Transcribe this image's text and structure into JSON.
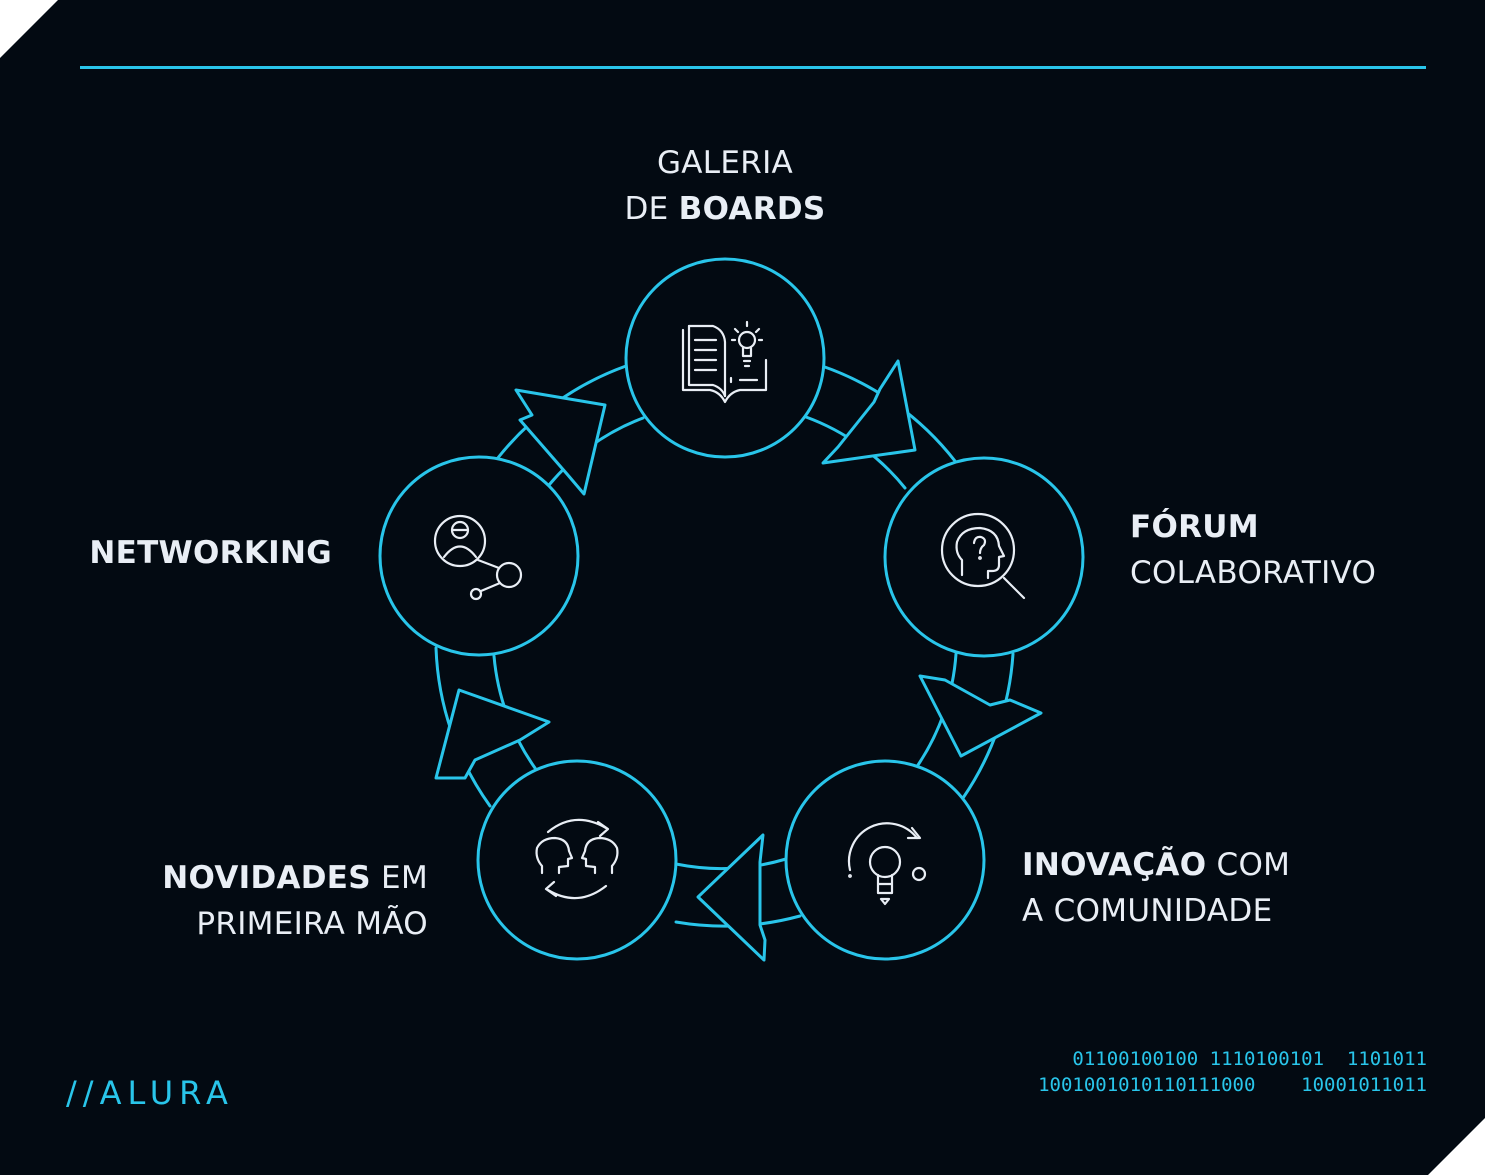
{
  "labels": {
    "top_line1": "GALERIA",
    "top_line2_normal": "DE ",
    "top_line2_bold": "BOARDS",
    "right_bold": "FÓRUM",
    "right_normal": "COLABORATIVO",
    "bottom_right_bold": "INOVAÇÃO",
    "bottom_right_normal1": " COM",
    "bottom_right_line2": "A COMUNIDADE",
    "bottom_left_bold": "NOVIDADES",
    "bottom_left_normal1": " EM",
    "bottom_left_line2": "PRIMEIRA MÃO",
    "left_bold": "NETWORKING"
  },
  "icons": {
    "top": "book-lightbulb-icon",
    "right": "head-question-magnifier-icon",
    "bottom_right": "lightbulb-idea-icon",
    "bottom_left": "two-heads-exchange-icon",
    "left": "person-network-icon"
  },
  "brand": "//ALURA",
  "binary_line1": "01100100100 1110100101  1101011",
  "binary_line2": "1001001010110111000    10001011011",
  "colors": {
    "background": "#030a12",
    "accent": "#29c5ea",
    "text": "#e9eef5"
  }
}
